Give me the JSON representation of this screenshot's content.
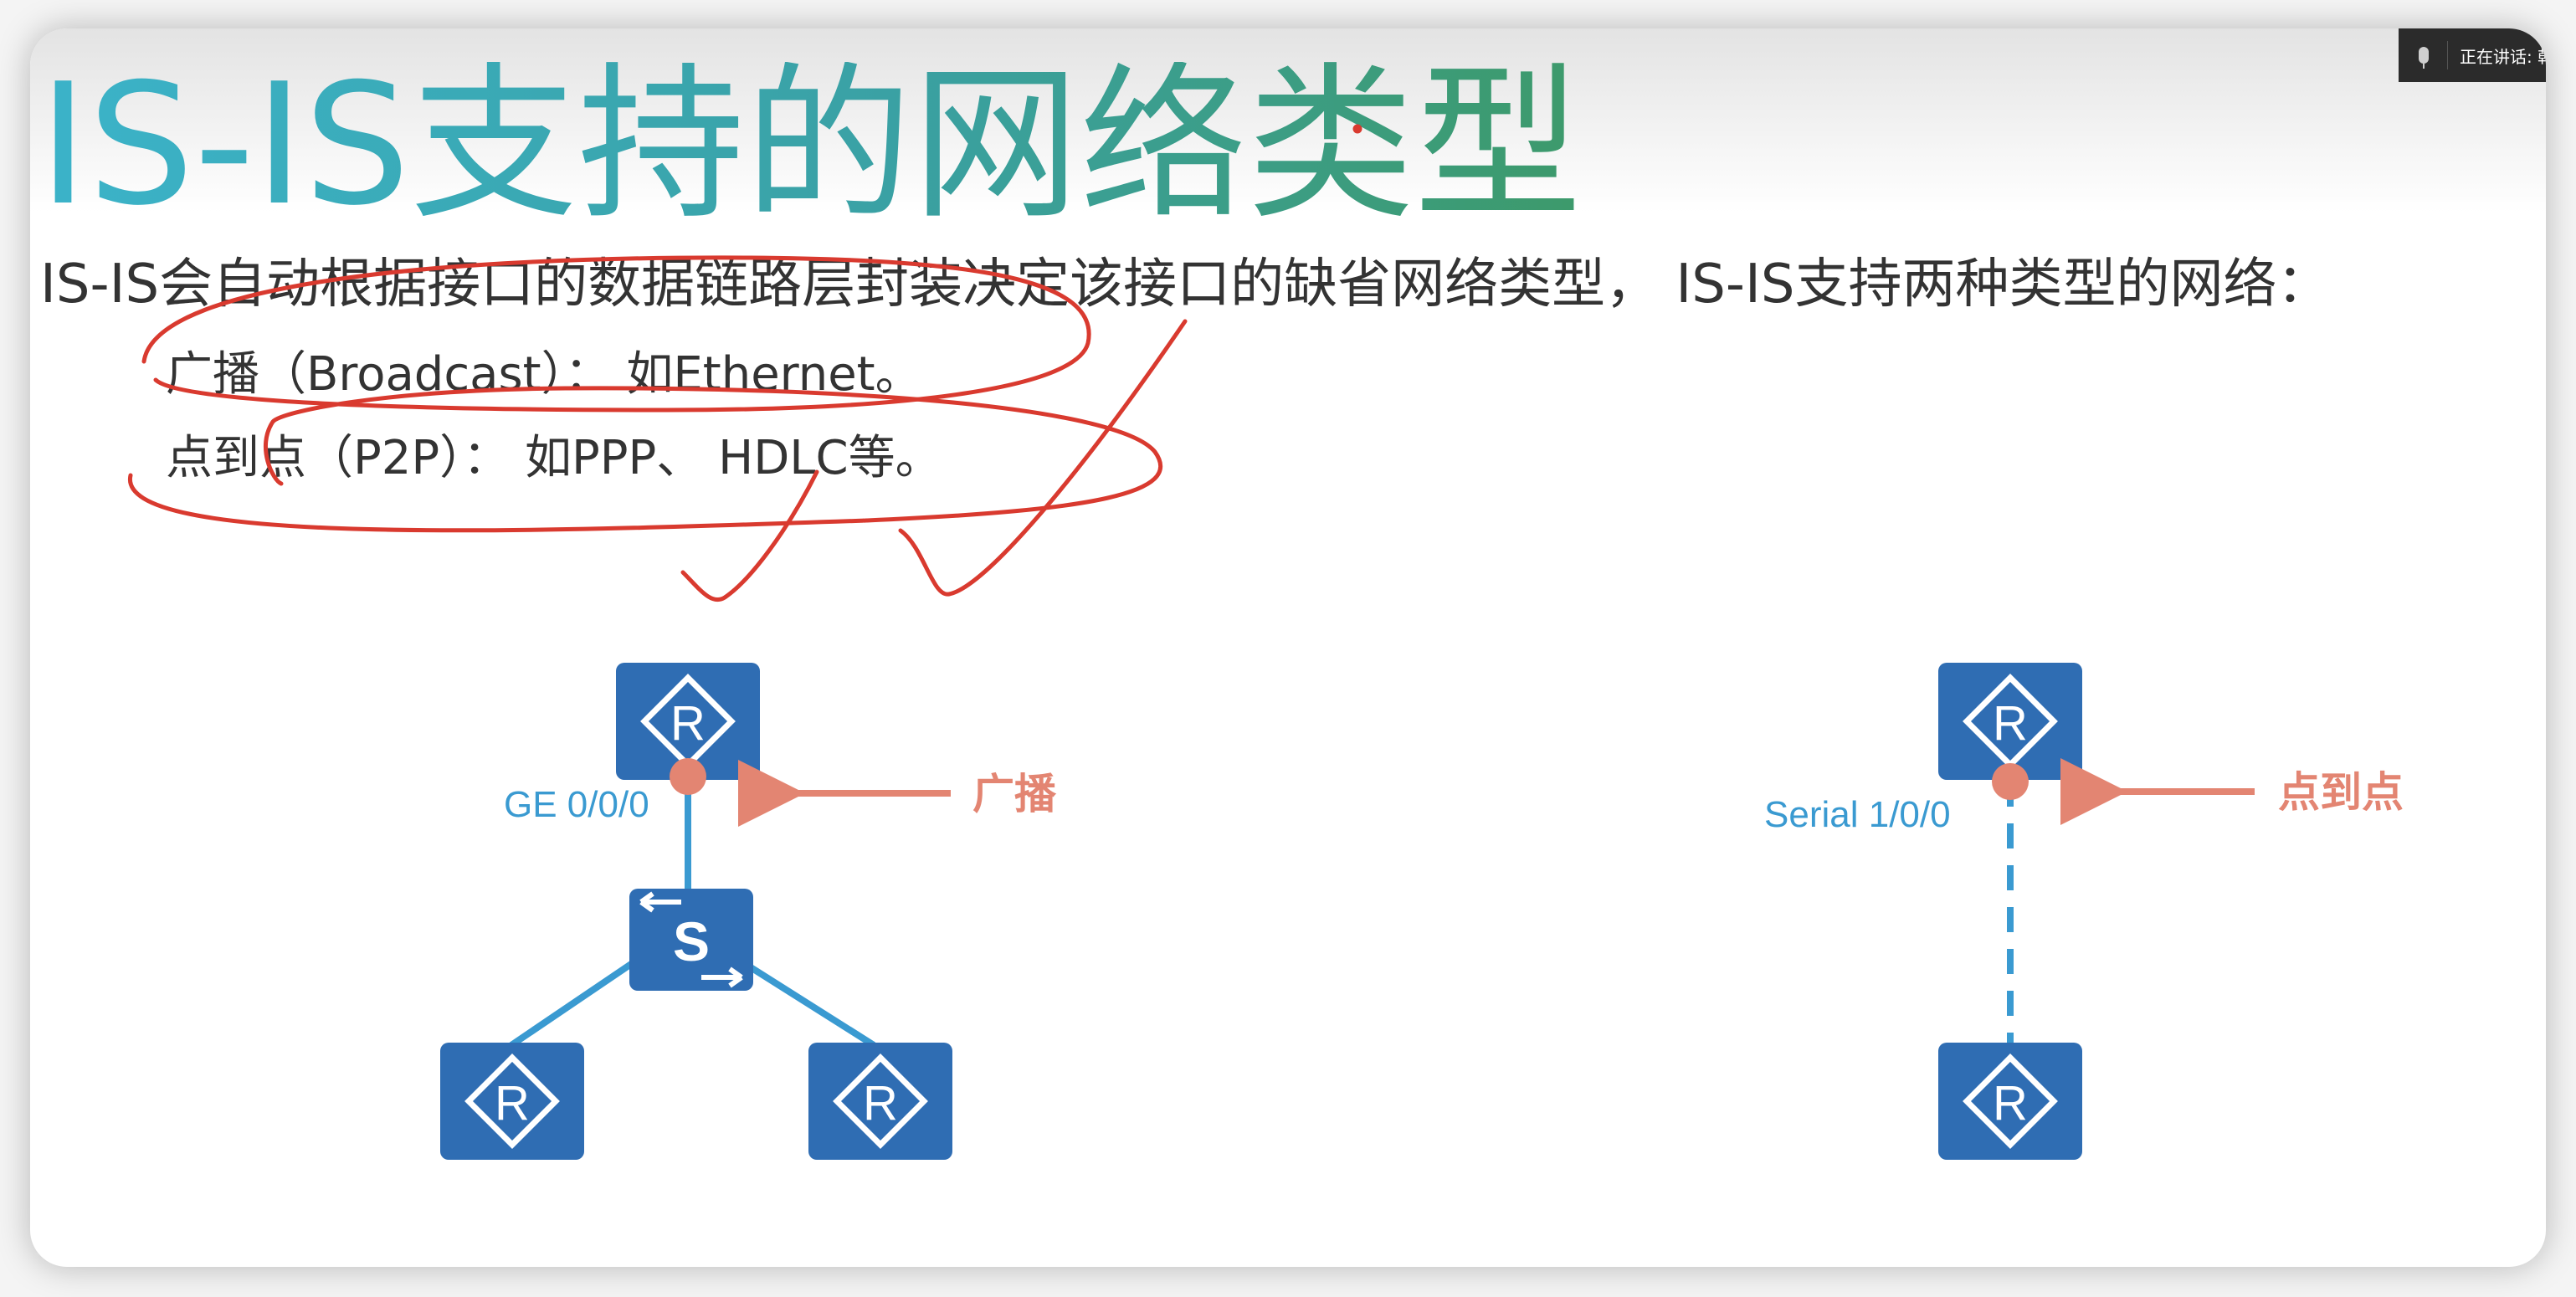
{
  "slide": {
    "title": "IS-IS支持的网络类型",
    "intro": "IS-IS会自动根据接口的数据链路层封装决定该接口的缺省网络类型， IS-IS支持两种类型的网络：",
    "bullets": [
      "广播（Broadcast）： 如Ethernet。",
      "点到点（P2P）： 如PPP、 HDLC等。"
    ]
  },
  "diagram": {
    "broadcast": {
      "interface_label": "GE 0/0/0",
      "type_label": "广播",
      "router_label": "R",
      "switch_label": "S"
    },
    "p2p": {
      "interface_label": "Serial 1/0/0",
      "type_label": "点到点",
      "router_label": "R"
    }
  },
  "status": {
    "speaking_text": "正在讲话: 乾..."
  },
  "colors": {
    "device_blue": "#2f6db3",
    "link_blue": "#3a9ad1",
    "accent_red": "#e38572",
    "ink_red": "#d93a2f"
  }
}
